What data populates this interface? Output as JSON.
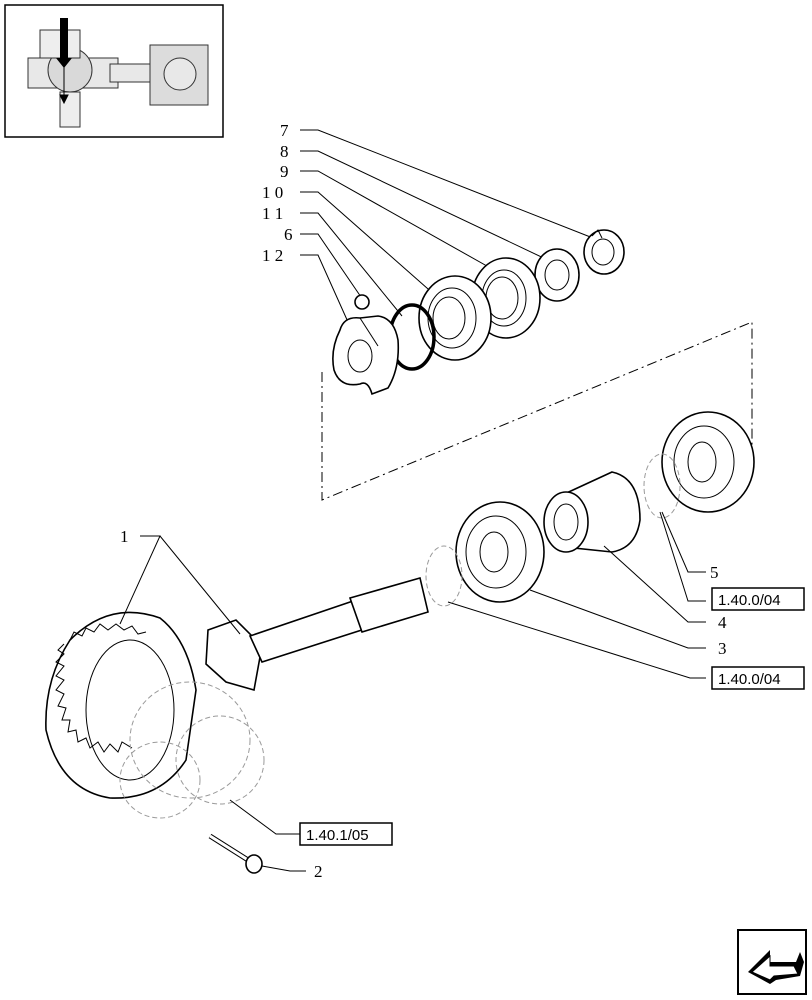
{
  "title": "",
  "callouts": {
    "c7": "7",
    "c8": "8",
    "c9": "9",
    "c10": "1 0",
    "c11": "1 1",
    "c6": "6",
    "c12": "1 2",
    "c1": "1",
    "c5": "5",
    "c4": "4",
    "c3": "3",
    "c2": "2"
  },
  "references": {
    "ref_bearing_upper": "1.40.0/04",
    "ref_bearing_lower": "1.40.0/04",
    "ref_differential": "1.40.1/05"
  },
  "icons": {
    "thumbnail": "axle-assembly-thumbnail-icon",
    "nav": "navigate-previous-arrow-icon"
  }
}
